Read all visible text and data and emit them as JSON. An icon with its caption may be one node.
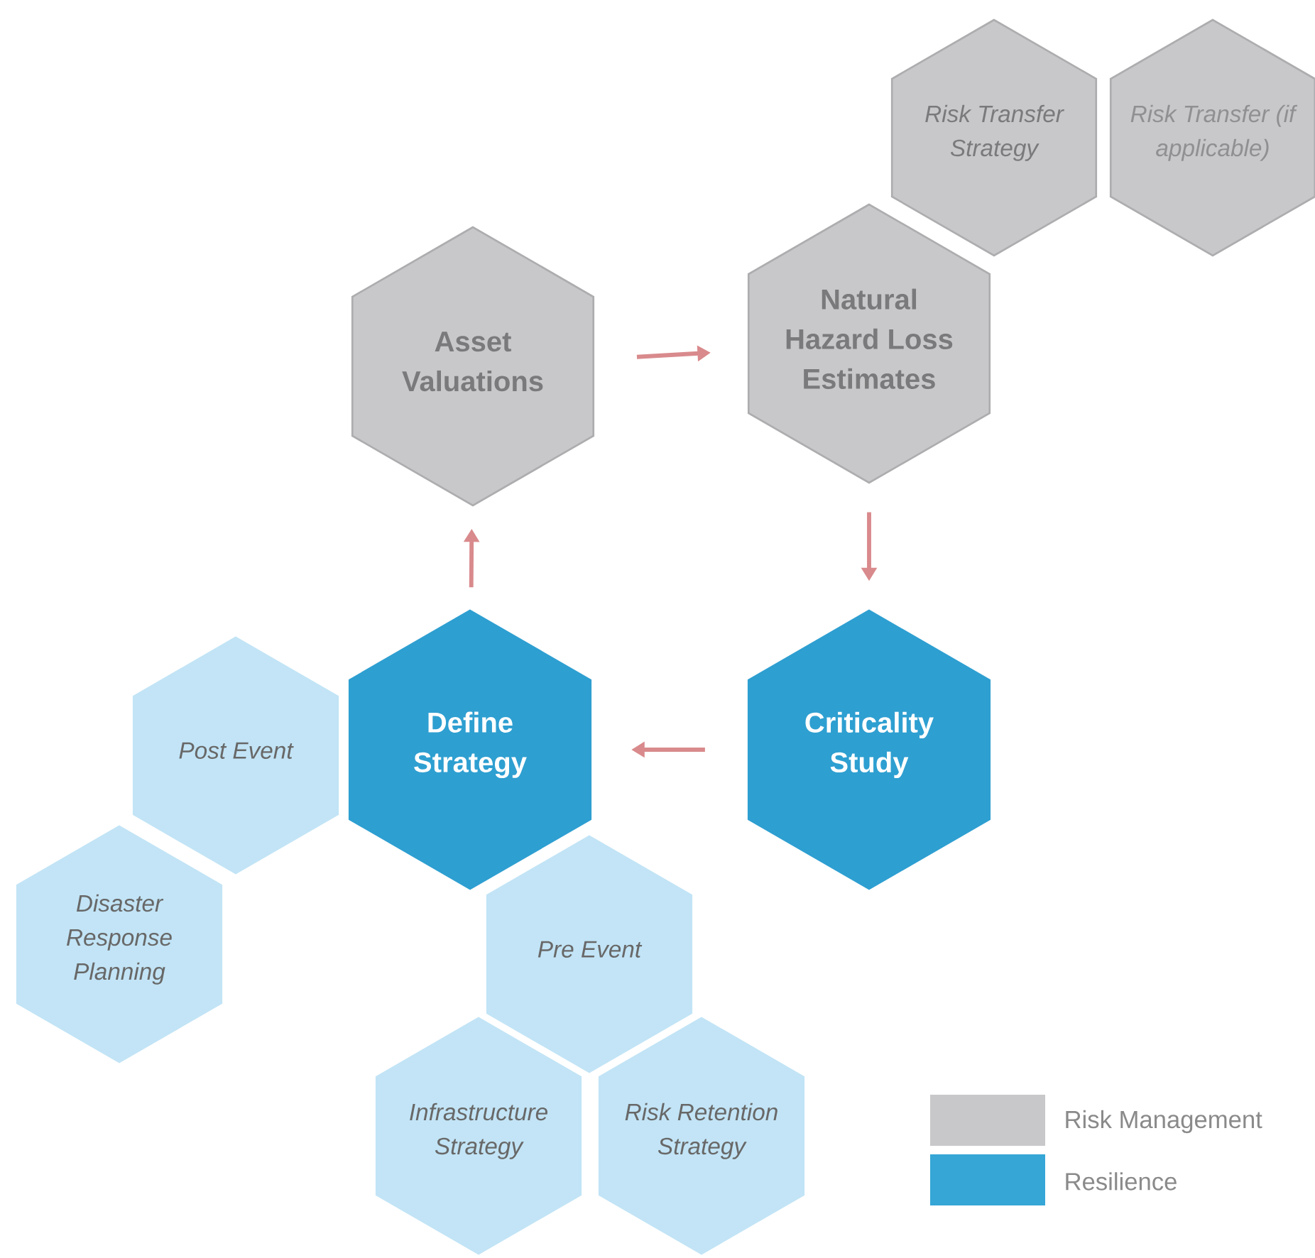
{
  "diagram": {
    "nodes": [
      {
        "text": [
          "Risk Transfer Strategy"
        ]
      },
      {
        "text": [
          "Risk Transfer (if applicable)"
        ]
      },
      {
        "text": [
          "Asset Valuations"
        ]
      },
      {
        "text": [
          "Natural Hazard Loss Estimates"
        ]
      },
      {
        "text": [
          "Define Strategy"
        ]
      },
      {
        "text": [
          "Criticality Study"
        ]
      },
      {
        "text": [
          "Post Event"
        ]
      },
      {
        "text": [
          "Disaster Response Planning"
        ]
      },
      {
        "text": [
          "Pre Event"
        ]
      },
      {
        "text": [
          "Infrastructure Strategy"
        ]
      },
      {
        "text": [
          "Risk Retention Strategy"
        ]
      }
    ],
    "edges": [
      {
        "from": 2,
        "to": 3,
        "arrow": "to"
      },
      {
        "from": 3,
        "to": 5,
        "arrow": "to"
      },
      {
        "from": 5,
        "to": 4,
        "arrow": "to"
      },
      {
        "from": 4,
        "to": 2,
        "arrow": "to"
      }
    ],
    "legend": [
      {
        "text": "Risk Management",
        "color": "#c8c8ca"
      },
      {
        "text": "Resilience",
        "color": "#35a6d6"
      }
    ]
  }
}
